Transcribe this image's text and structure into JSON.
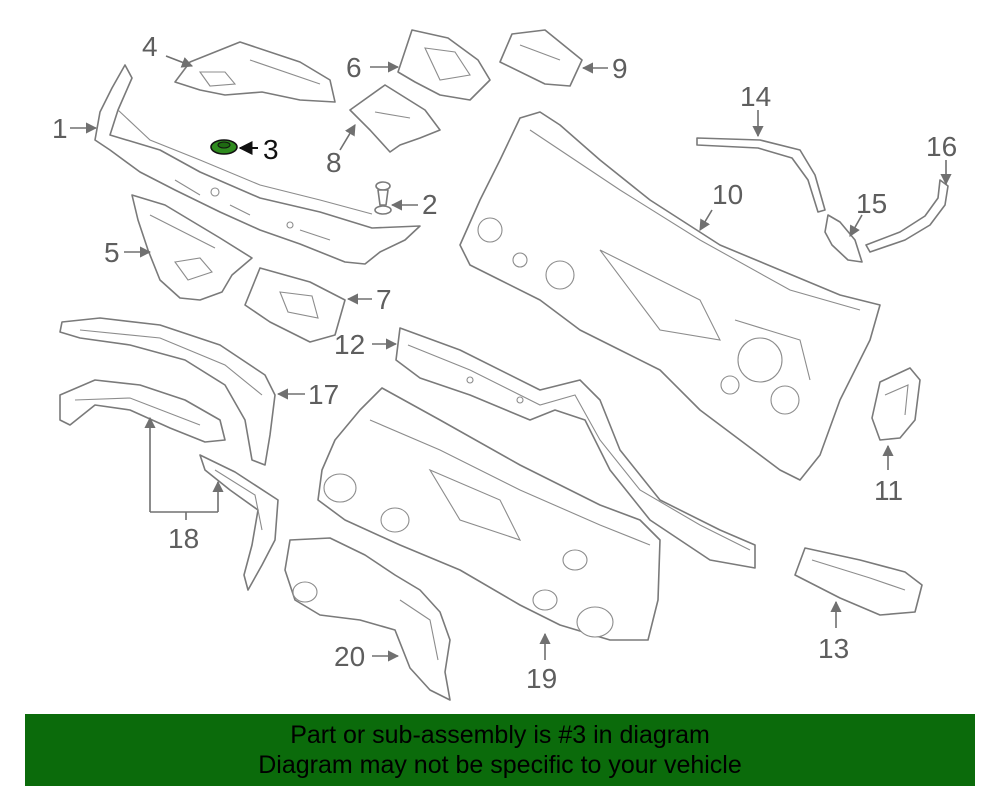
{
  "diagram": {
    "highlight_color": "#2e8b1e",
    "highlighted_part": "3",
    "callouts": [
      "1",
      "2",
      "3",
      "4",
      "5",
      "6",
      "7",
      "8",
      "9",
      "10",
      "11",
      "12",
      "13",
      "14",
      "15",
      "16",
      "17",
      "18",
      "19",
      "20"
    ]
  },
  "banner": {
    "background": "#0b6b0b",
    "line1": "Part or sub-assembly is #3 in diagram",
    "line2": "Diagram may not be specific to your vehicle"
  }
}
